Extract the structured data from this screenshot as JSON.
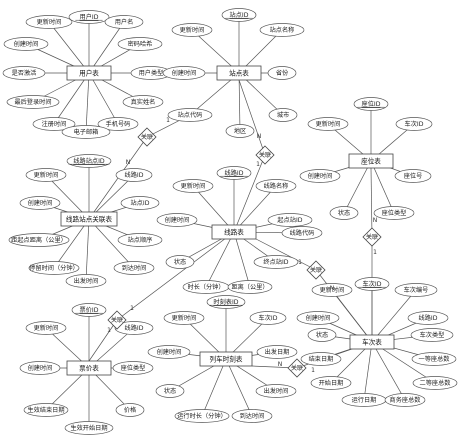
{
  "entities": {
    "user": "用户表",
    "station": "站点表",
    "seat": "座位表",
    "route_station": "线路站点关联表",
    "route": "线路表",
    "fare": "票价表",
    "timetable": "列车时刻表",
    "train": "车次表"
  },
  "relations": {
    "r1": "关联",
    "r2": "关联",
    "r3": "关联",
    "r4": "关联",
    "r5": "关联",
    "r6": "关联"
  },
  "cardinality": {
    "one": "1",
    "n": "N"
  },
  "attributes": {
    "user": [
      "用户ID",
      "更新时间",
      "用户名",
      "创建时间",
      "密码哈希",
      "是否激活",
      "用户类型",
      "最后登录时间",
      "真实姓名",
      "注册时间",
      "手机号码",
      "电子邮箱"
    ],
    "station": [
      "站点ID",
      "更新时间",
      "站点名称",
      "创建时间",
      "省份",
      "站点代码",
      "地区",
      "城市"
    ],
    "seat": [
      "座位ID",
      "更新时间",
      "车次ID",
      "创建时间",
      "座位号",
      "状态",
      "座位类型"
    ],
    "route_station": [
      "线路站点ID",
      "更新时间",
      "线路ID",
      "创建时间",
      "站点ID",
      "距起点距离（公里）",
      "站点顺序",
      "停留时间（分钟）",
      "到达时间",
      "出发时间"
    ],
    "route": [
      "线路ID",
      "更新时间",
      "线路名称",
      "创建时间",
      "起点站ID",
      "线路代码",
      "状态",
      "终点站ID",
      "时长（分钟）",
      "距离（公里）"
    ],
    "fare": [
      "票价ID",
      "更新时间",
      "线路ID",
      "创建时间",
      "座位类型",
      "生效结束日期",
      "价格",
      "生效开始日期"
    ],
    "timetable": [
      "时刻表ID",
      "更新时间",
      "车次ID",
      "创建时间",
      "出发日期",
      "状态",
      "出发时间",
      "运行时长（分钟）",
      "到达时间"
    ],
    "train": [
      "车次ID",
      "更新时间",
      "车次编号",
      "创建时间",
      "线路ID",
      "状态",
      "车次类型",
      "结束日期",
      "一等座总数",
      "开始日期",
      "二等座总数",
      "运行日期",
      "商务座总数"
    ]
  }
}
